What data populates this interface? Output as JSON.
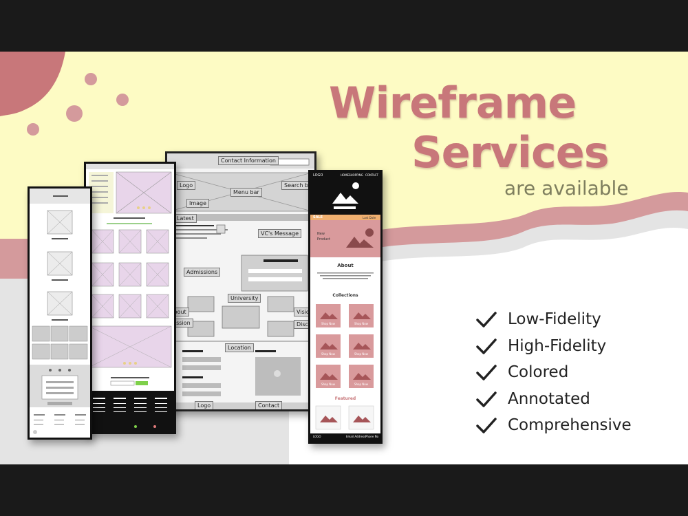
{
  "headline": {
    "line1": "Wireframe",
    "line2": "Services",
    "tagline": "are available"
  },
  "features": [
    {
      "label": "Low-Fidelity",
      "icon": "check-icon"
    },
    {
      "label": "High-Fidelity",
      "icon": "check-icon"
    },
    {
      "label": "Colored",
      "icon": "check-icon"
    },
    {
      "label": "Annotated",
      "icon": "check-icon"
    },
    {
      "label": "Comprehensive",
      "icon": "check-icon"
    }
  ],
  "annotated_mock": {
    "contact": "Contact Information",
    "logo": "Logo",
    "menu": "Menu bar",
    "search": "Search bar",
    "image": "Image",
    "latest": "Latest",
    "vc": "VC's Message",
    "admissions": "Admissions",
    "university": "University",
    "about": "About",
    "vision": "Vision",
    "mission": "Mission",
    "discipline": "Discipline",
    "location": "Location",
    "footer_logo": "Logo",
    "footer_contact": "Contact"
  },
  "colored_mock": {
    "logo": "LOGO",
    "nav": [
      "HOME",
      "SHOPPING",
      "CONTACT"
    ],
    "sale": "SALE",
    "last_date": "Last Date",
    "new_product": "New Product",
    "about_heading": "About",
    "collections_heading": "Collections",
    "shop_now": "Shop Now",
    "featured_heading": "Featured",
    "footer_logo": "LOGO",
    "footer_email": "Email Address",
    "footer_phone": "Phone No"
  },
  "colors": {
    "brand_pink": "#c8777a",
    "cream": "#fdfbc4",
    "tagline_olive": "#7e7e5e",
    "lilac": "#e8d5ea"
  }
}
